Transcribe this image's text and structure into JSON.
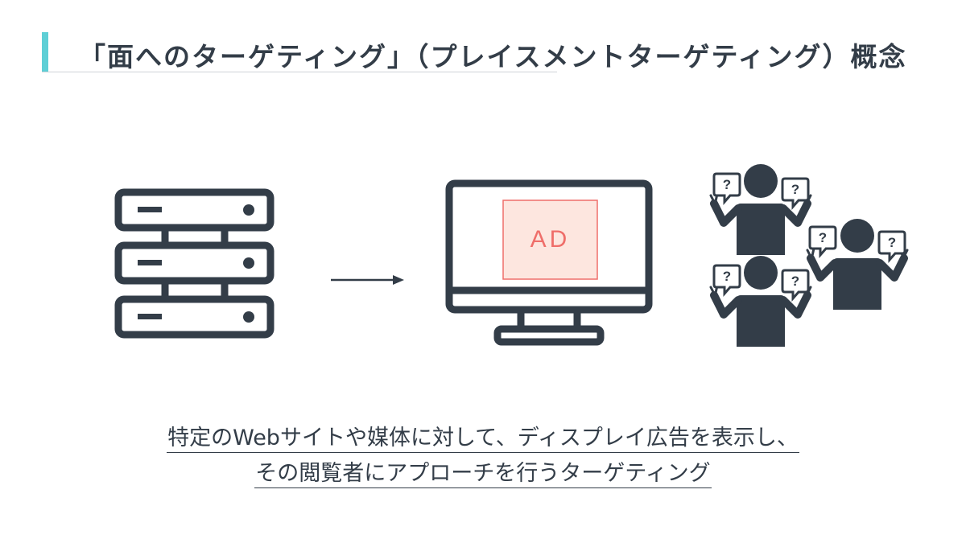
{
  "title": "「面へのターゲティング」（プレイスメントターゲティング）概念",
  "diagram": {
    "ad_label": "AD",
    "question_mark": "?",
    "colors": {
      "icon": "#333d48",
      "accent": "#5ecfd6",
      "ad_fill": "#fde6df",
      "ad_border": "#ef6e6a",
      "ad_text": "#ef6e6a"
    }
  },
  "caption": {
    "line1": "特定のWebサイトや媒体に対して、ディスプレイ広告を表示し、",
    "line2": "その閲覧者にアプローチを行うターゲティング"
  }
}
